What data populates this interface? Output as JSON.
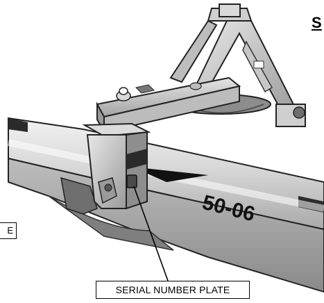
{
  "page": {
    "heading_fragment": "S",
    "left_label_fragment": "E"
  },
  "photo": {
    "model_number": "50-06",
    "callout": {
      "label": "SERIAL NUMBER PLATE"
    }
  }
}
